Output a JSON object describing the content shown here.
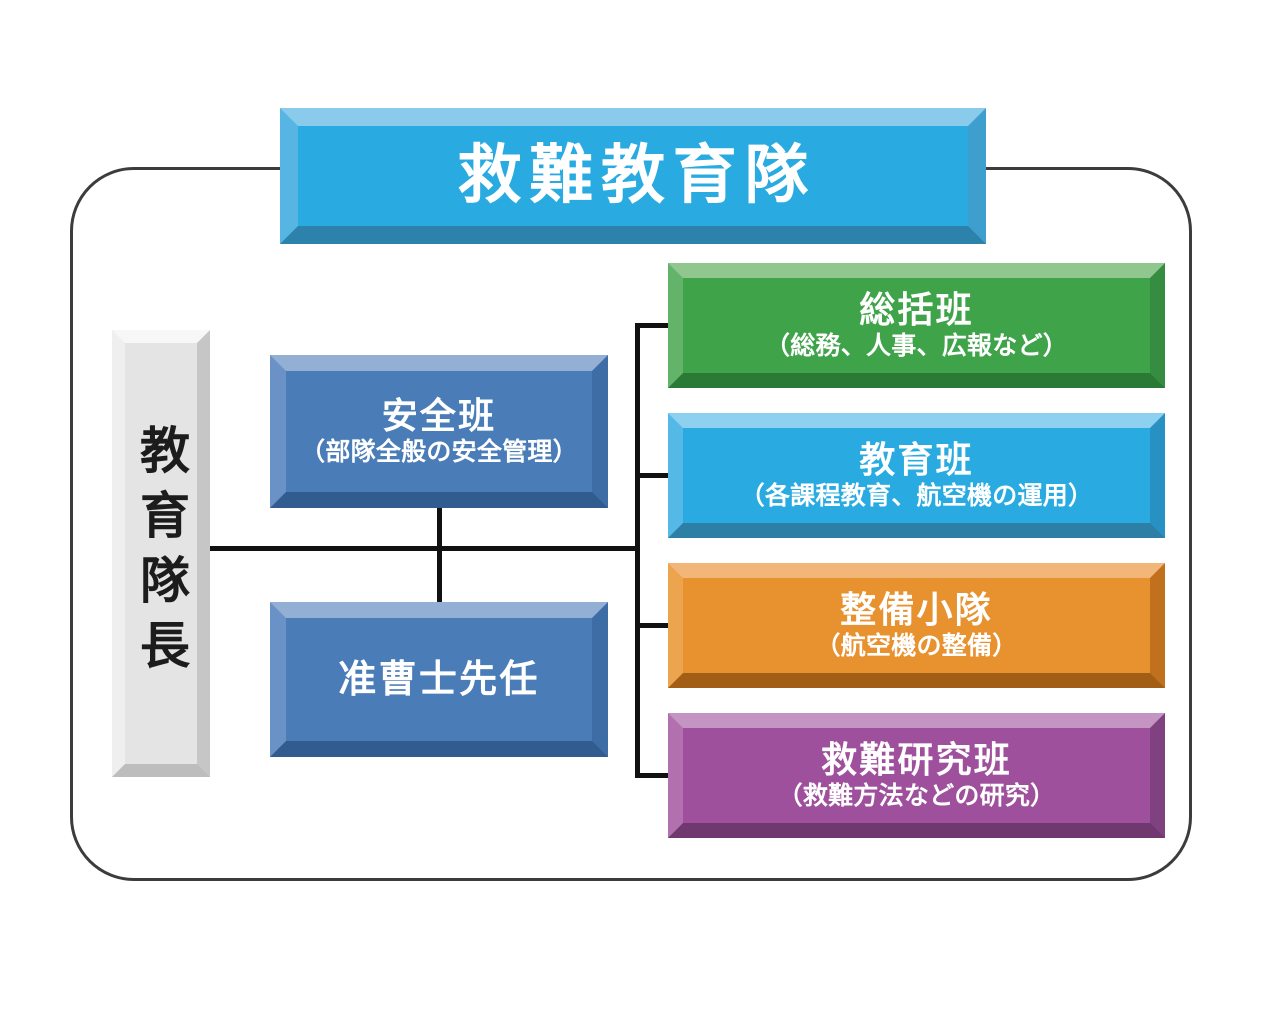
{
  "banner": {
    "label": "救難教育隊",
    "face_color": "#29ABE2"
  },
  "commander": {
    "label": "教育隊長",
    "face_color": "#E4E4E4"
  },
  "staff": {
    "safety": {
      "title": "安全班",
      "subtitle": "（部隊全般の安全管理）",
      "face_color": "#4A7CB8"
    },
    "senior_enlisted": {
      "title": "准曹士先任",
      "face_color": "#4A7CB8"
    }
  },
  "units": [
    {
      "title": "総括班",
      "subtitle": "（総務、人事、広報など）",
      "face_color": "#3FA34A"
    },
    {
      "title": "教育班",
      "subtitle": "（各課程教育、航空機の運用）",
      "face_color": "#29ABE2"
    },
    {
      "title": "整備小隊",
      "subtitle": "（航空機の整備）",
      "face_color": "#E8912F"
    },
    {
      "title": "救難研究班",
      "subtitle": "（救難方法などの研究）",
      "face_color": "#9E509C"
    }
  ],
  "frame": {
    "border_color": "#3C3C3C"
  },
  "connectors": {
    "color": "#111111"
  }
}
